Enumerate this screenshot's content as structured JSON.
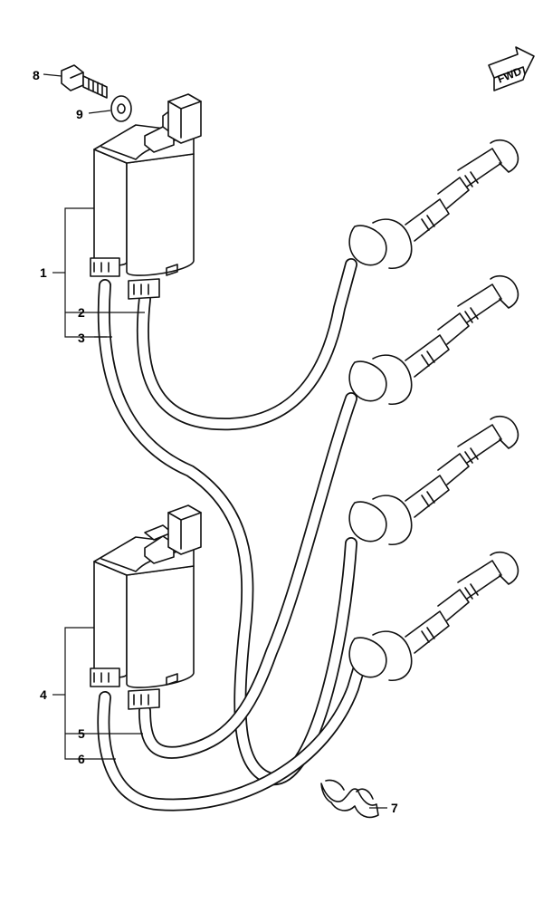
{
  "callouts": [
    {
      "id": "c1",
      "label": "1"
    },
    {
      "id": "c2",
      "label": "2"
    },
    {
      "id": "c3",
      "label": "3"
    },
    {
      "id": "c4",
      "label": "4"
    },
    {
      "id": "c5",
      "label": "5"
    },
    {
      "id": "c6",
      "label": "6"
    },
    {
      "id": "c7",
      "label": "7"
    },
    {
      "id": "c8",
      "label": "8"
    },
    {
      "id": "c9",
      "label": "9"
    }
  ],
  "direction_arrow": {
    "label": "FWD"
  }
}
